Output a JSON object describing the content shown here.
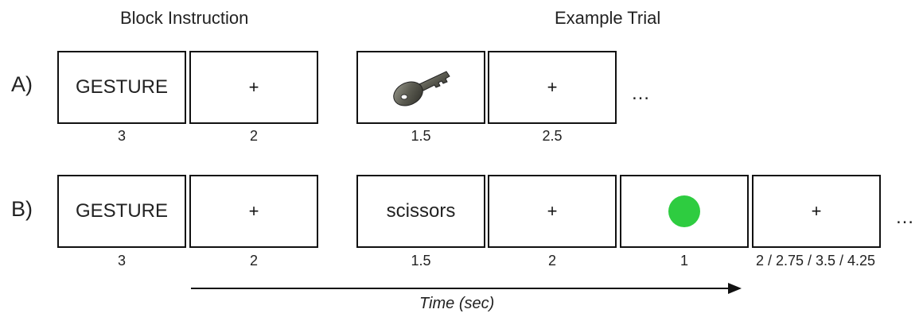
{
  "headers": {
    "left": "Block Instruction",
    "right": "Example Trial"
  },
  "rows": {
    "a": {
      "label": "A)",
      "block_word": "GESTURE",
      "fixation": "+",
      "block_durations": [
        "3",
        "2"
      ],
      "trial_durations": [
        "1.5",
        "2.5"
      ],
      "stimulus": "key-image",
      "continuation": "…"
    },
    "b": {
      "label": "B)",
      "block_word": "GESTURE",
      "fixation": "+",
      "block_durations": [
        "3",
        "2"
      ],
      "stimulus_word": "scissors",
      "trial_durations": [
        "1.5",
        "2",
        "1",
        "2 / 2.75 / 3.5 / 4.25"
      ],
      "cue_color": "#2ecc40",
      "continuation": "…"
    }
  },
  "axis": {
    "label": "Time (sec)"
  }
}
